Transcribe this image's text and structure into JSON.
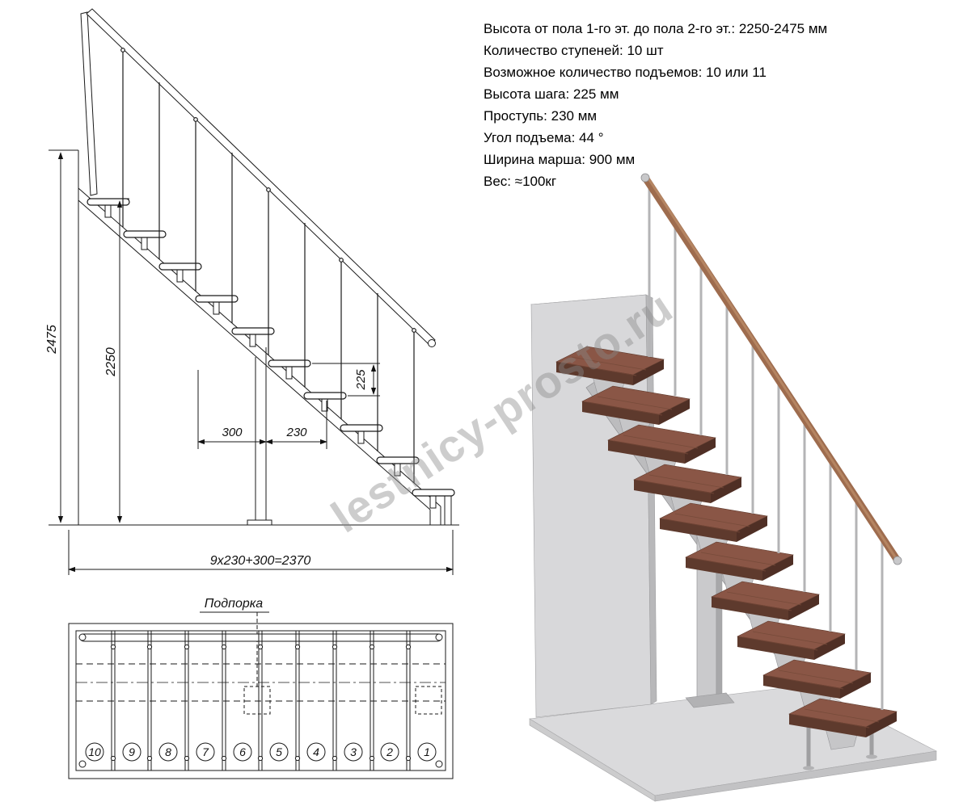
{
  "specs": {
    "lines": [
      "Высота от пола 1-го эт. до пола 2-го эт.: 2250-2475 мм",
      "Количество ступеней: 10 шт",
      "Возможное количество подъемов: 10 или 11",
      "Высота шага: 225 мм",
      "Проступь: 230 мм",
      "Угол подъема: 44 °",
      "Ширина марша: 900 мм",
      "Вес: ≈100кг"
    ]
  },
  "side_view": {
    "dim_total_height": "2475",
    "dim_flight_height": "2250",
    "dim_rise": "225",
    "dim_support_offset": "300",
    "dim_tread_depth": "230",
    "dim_total_run": "9x230+300=2370"
  },
  "plan_view": {
    "support_label": "Подпорка",
    "step_numbers": [
      "10",
      "9",
      "8",
      "7",
      "6",
      "5",
      "4",
      "3",
      "2",
      "1"
    ]
  },
  "watermark": {
    "text": "lestnicy-prosto.ru"
  },
  "colors": {
    "line": "#1a1a1a",
    "wood_tread": "#8a5646",
    "wood_rail": "#9e6c4e",
    "metal": "#c6c6c8",
    "wall": "#d8d8da"
  }
}
